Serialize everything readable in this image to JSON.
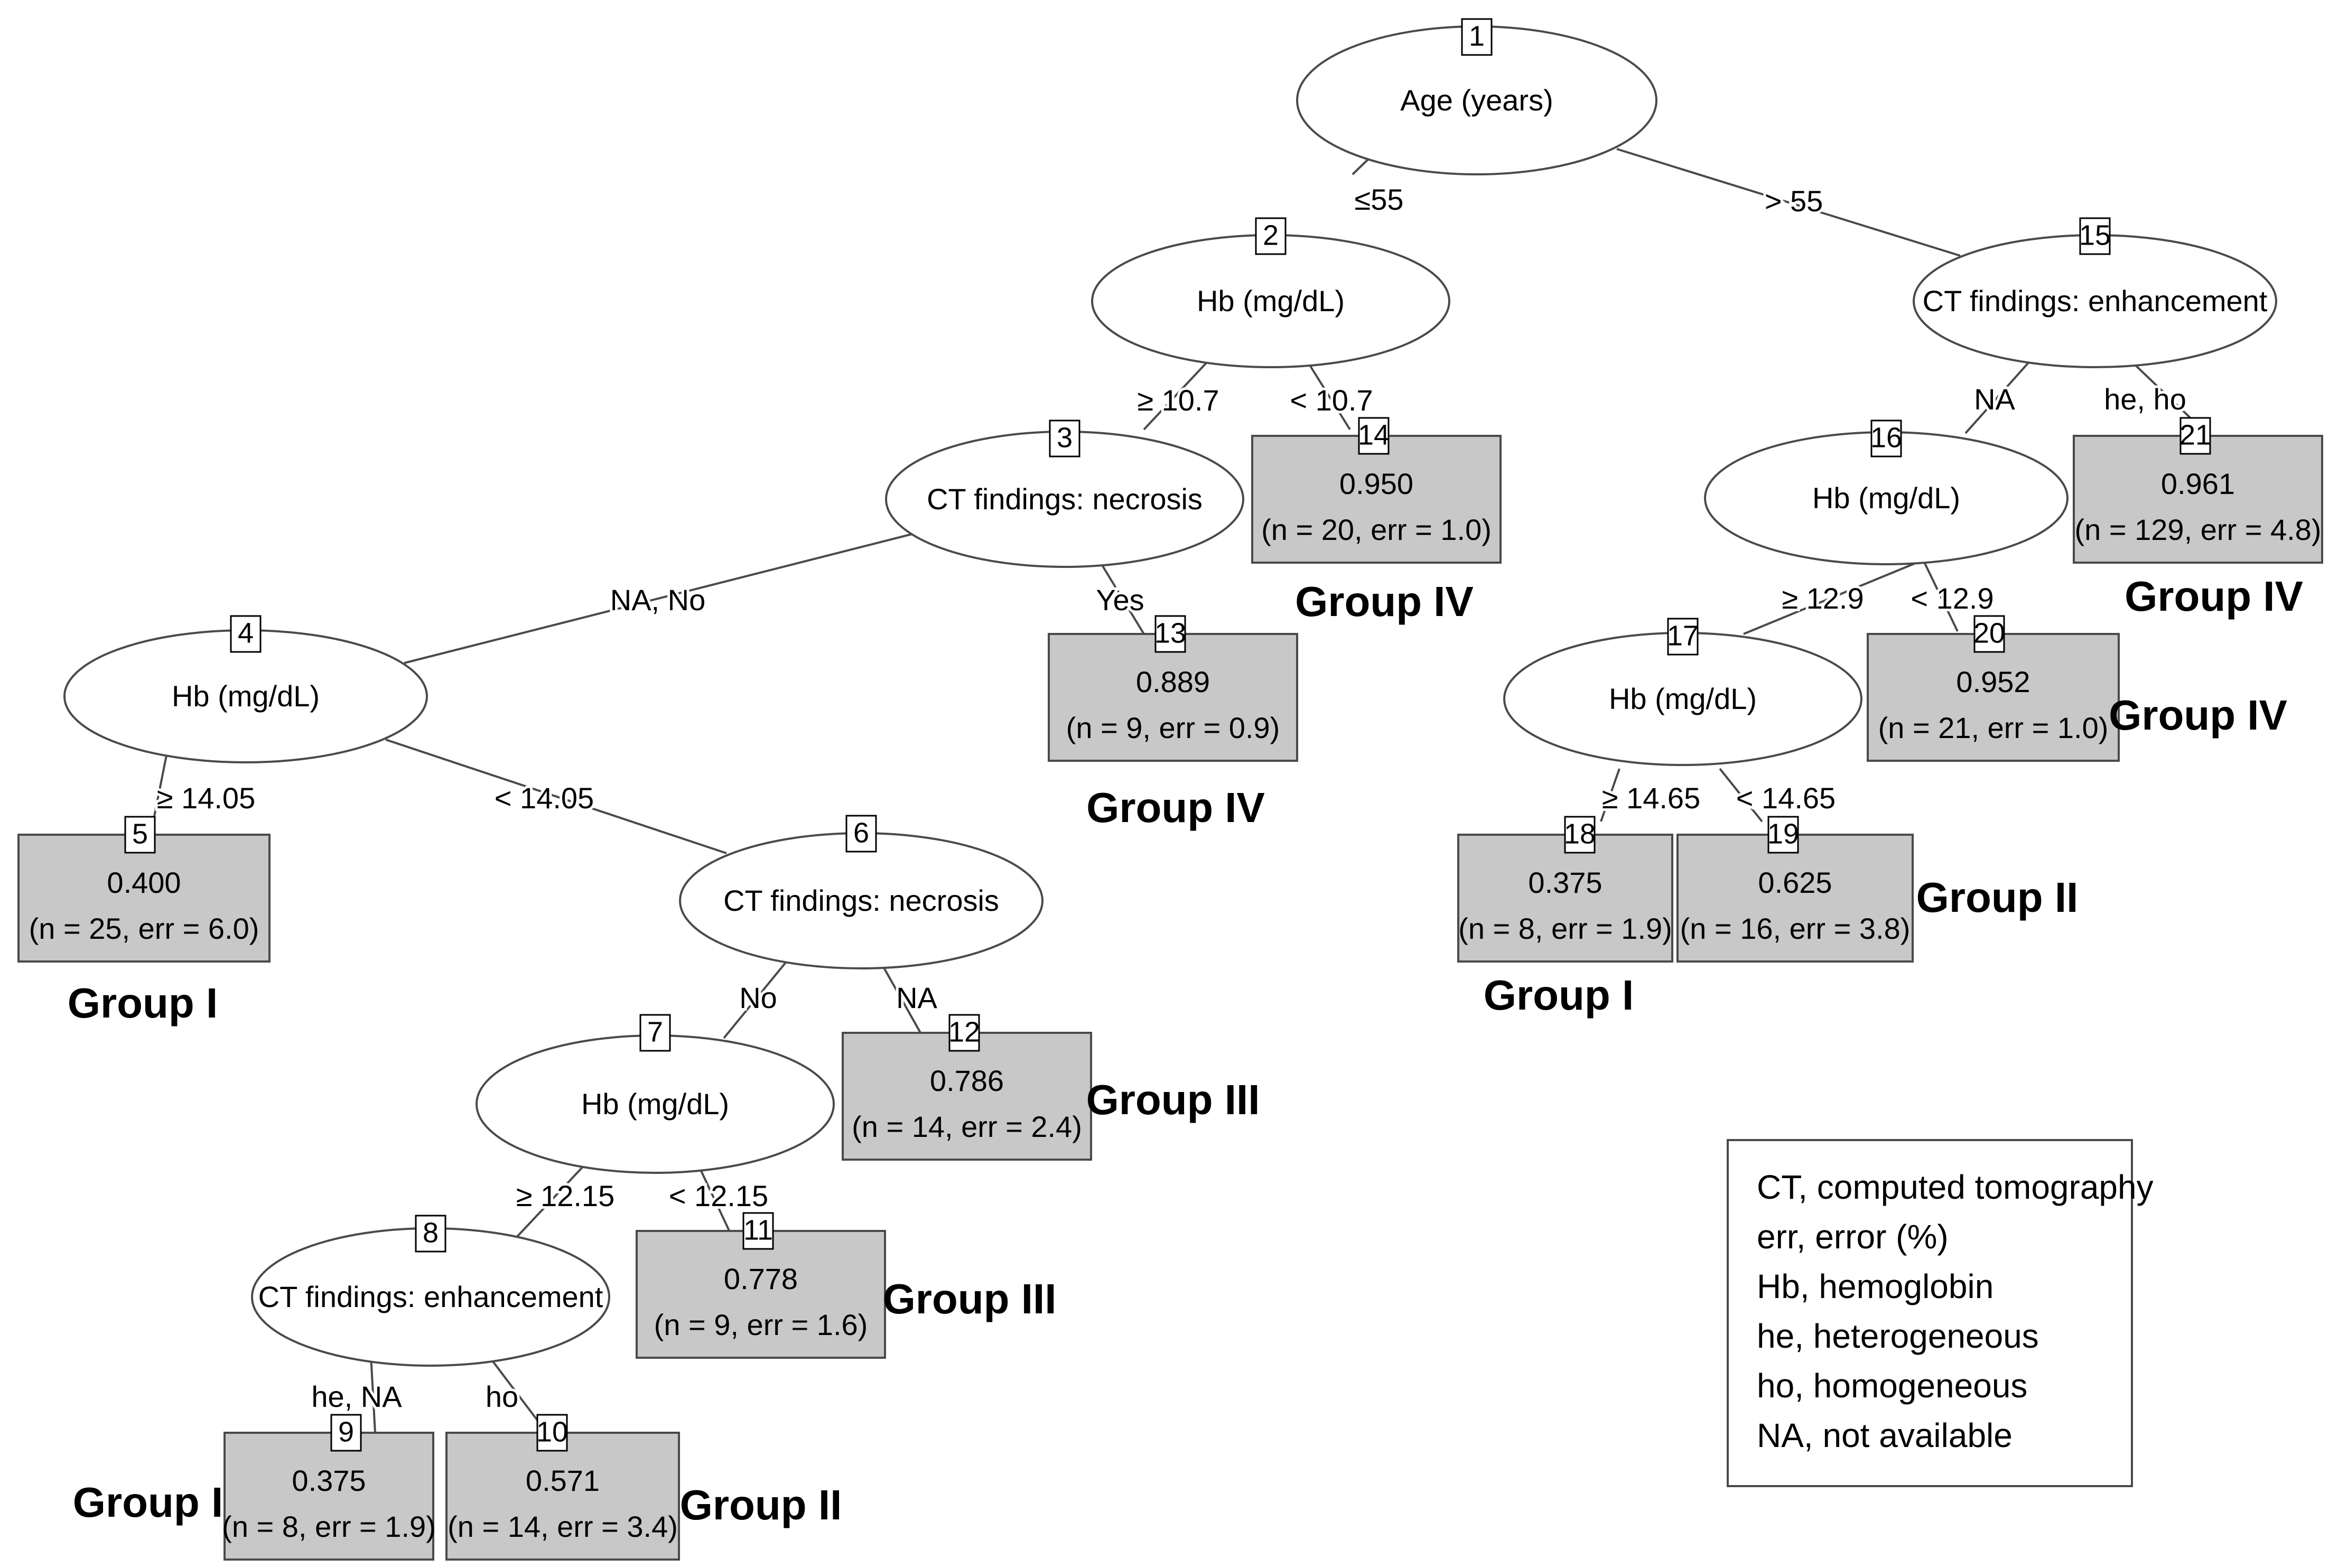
{
  "nodes": {
    "n1": {
      "id": "1",
      "label": "Age (years)"
    },
    "n2": {
      "id": "2",
      "label": "Hb (mg/dL)"
    },
    "n3": {
      "id": "3",
      "label": "CT findings: necrosis"
    },
    "n4": {
      "id": "4",
      "label": "Hb (mg/dL)"
    },
    "n6": {
      "id": "6",
      "label": "CT findings: necrosis"
    },
    "n7": {
      "id": "7",
      "label": "Hb (mg/dL)"
    },
    "n8": {
      "id": "8",
      "label": "CT findings: enhancement"
    },
    "n15": {
      "id": "15",
      "label": "CT findings: enhancement"
    },
    "n16": {
      "id": "16",
      "label": "Hb (mg/dL)"
    },
    "n17": {
      "id": "17",
      "label": "Hb (mg/dL)"
    }
  },
  "leaves": {
    "l5": {
      "id": "5",
      "value": "0.400",
      "stats": "(n = 25, err = 6.0)",
      "group": "Group I"
    },
    "l9": {
      "id": "9",
      "value": "0.375",
      "stats": "(n = 8, err = 1.9)",
      "group": "Group I"
    },
    "l10": {
      "id": "10",
      "value": "0.571",
      "stats": "(n = 14, err = 3.4)",
      "group": "Group II"
    },
    "l11": {
      "id": "11",
      "value": "0.778",
      "stats": "(n = 9, err = 1.6)",
      "group": "Group III"
    },
    "l12": {
      "id": "12",
      "value": "0.786",
      "stats": "(n = 14, err = 2.4)",
      "group": "Group III"
    },
    "l13": {
      "id": "13",
      "value": "0.889",
      "stats": "(n = 9, err = 0.9)",
      "group": "Group IV"
    },
    "l14": {
      "id": "14",
      "value": "0.950",
      "stats": "(n = 20, err = 1.0)",
      "group": "Group IV"
    },
    "l18": {
      "id": "18",
      "value": "0.375",
      "stats": "(n = 8, err = 1.9)",
      "group": "Group I"
    },
    "l19": {
      "id": "19",
      "value": "0.625",
      "stats": "(n = 16, err = 3.8)",
      "group": "Group II"
    },
    "l20": {
      "id": "20",
      "value": "0.952",
      "stats": "(n = 21, err = 1.0)",
      "group": "Group IV"
    },
    "l21": {
      "id": "21",
      "value": "0.961",
      "stats": "(n = 129, err = 4.8)",
      "group": "Group IV"
    }
  },
  "edges": {
    "e1_2": "≤55",
    "e1_15": "> 55",
    "e2_3": "≥ 10.7",
    "e2_14": "< 10.7",
    "e3_4": "NA, No",
    "e3_13": "Yes",
    "e4_5": "≥ 14.05",
    "e4_6": "< 14.05",
    "e6_7": "No",
    "e6_12": "NA",
    "e7_8": "≥ 12.15",
    "e7_11": "< 12.15",
    "e8_9": "he, NA",
    "e8_10": "ho",
    "e15_16": "NA",
    "e15_21": "he, ho",
    "e16_17": "≥ 12.9",
    "e16_20": "< 12.9",
    "e17_18": "≥ 14.65",
    "e17_19": "< 14.65"
  },
  "legend": [
    "CT, computed tomography",
    "err, error (%)",
    "Hb, hemoglobin",
    "he, heterogeneous",
    "ho, homogeneous",
    "NA, not available"
  ],
  "colors": {
    "leaf_fill": "#c8c8c8",
    "line": "#4a4a4a"
  }
}
